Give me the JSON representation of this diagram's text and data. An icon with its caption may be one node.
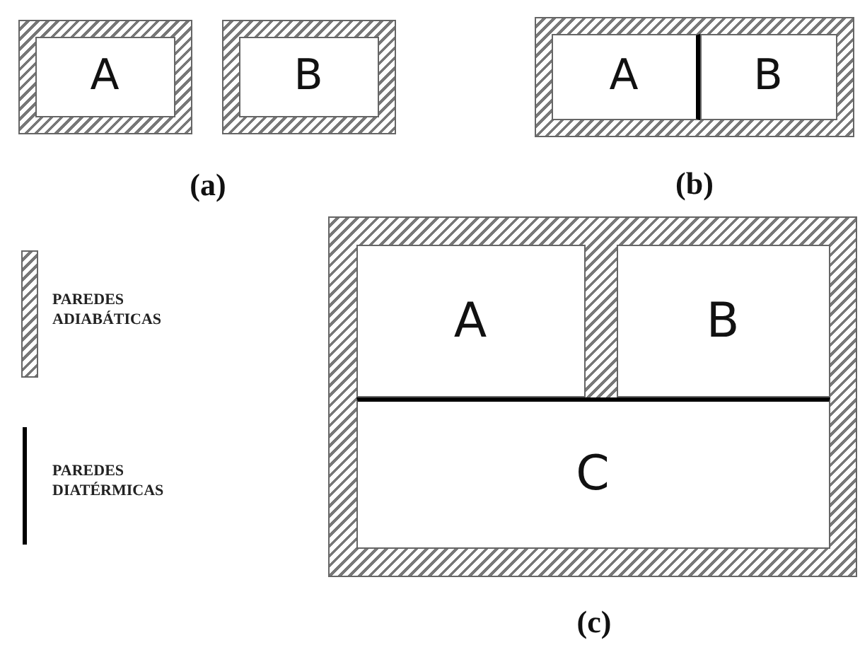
{
  "diagram": {
    "nodes": [
      {
        "text": [
          "A"
        ]
      },
      {
        "text": [
          "B"
        ]
      },
      {
        "text": [],
        "shape": "box",
        "beside": [
          "(b)"
        ]
      },
      {
        "text": [
          "A"
        ],
        "in": 2
      },
      {
        "text": [
          "B"
        ],
        "in": 2
      },
      {
        "text": [],
        "shape": "box",
        "beside": [
          "(c)"
        ]
      },
      {
        "text": [
          "A"
        ],
        "in": 5
      },
      {
        "text": [
          "B"
        ],
        "in": 5
      },
      {
        "text": [
          "C"
        ],
        "in": 5
      }
    ],
    "labels": [
      "(a)"
    ],
    "legend": [
      {
        "text": "PAREDES ADIABÁTICAS"
      },
      {
        "text": "PAREDES DIATÉRMICAS"
      }
    ]
  }
}
